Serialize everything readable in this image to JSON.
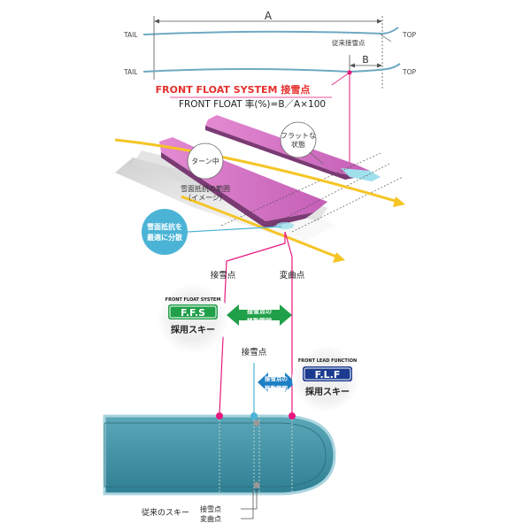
{
  "top_section": {
    "dim_a": "A",
    "dim_b": "B",
    "tail": "TAIL",
    "top": "TOP",
    "conventional_contact": "従来接雪点",
    "system_title": "FRONT FLOAT SYSTEM 接雪点",
    "formula": "FRONT FLOAT 率(%)=B／A×100"
  },
  "ski_3d": {
    "flat_state": [
      "フラットな",
      "状態"
    ],
    "turning": "ターン中",
    "resistance_range": [
      "雪面抵抗の範囲",
      "（イメージ）"
    ],
    "disperse": [
      "雪面抵抗を",
      "最適に分散"
    ]
  },
  "lower_section": {
    "contact_point": "接雪点",
    "bend_point": "変曲点",
    "ffs_small_title": "FRONT FLOAT SYSTEM",
    "ffs_logo": "F.F.S",
    "ffs_caption": "採用スキー",
    "green_range": [
      "接雪点の",
      "移動範囲"
    ],
    "contact_point_2": "接雪点",
    "flf_small_title": "FRONT LEAD FUNCTION",
    "flf_logo": "F.L.F",
    "flf_caption": "採用スキー",
    "blue_range": [
      "接雪点の",
      "移動範囲"
    ],
    "conventional_ski": "従来のスキー",
    "legend_contact": "接雪点",
    "legend_bend": "変曲点"
  },
  "colors": {
    "pink": "#e6197e",
    "red": "#e5302b",
    "green": "#21a04a",
    "blue": "#1d7fc4",
    "teal": "#3d93a6",
    "cyan": "#4bb4d6",
    "yellow": "#f5c526",
    "navy": "#1a3b8f"
  }
}
